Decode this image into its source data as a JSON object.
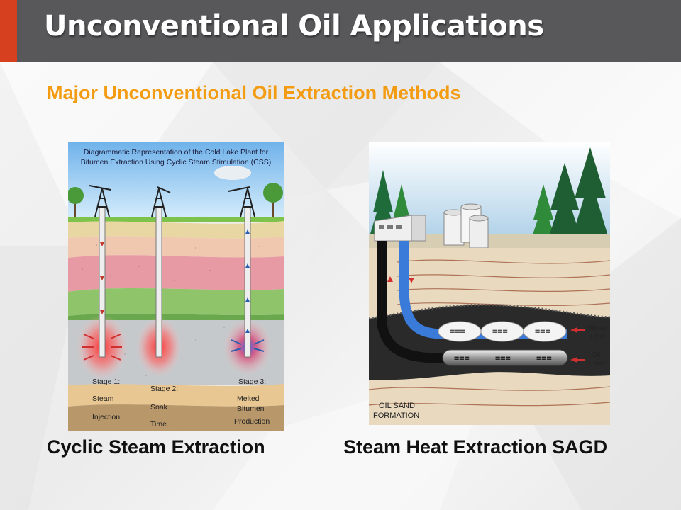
{
  "slide": {
    "title": "Unconventional Oil Applications",
    "subtitle": "Major Unconventional Oil Extraction Methods"
  },
  "figure_css": {
    "heading_line1": "Diagrammatic Representation of the Cold Lake Plant for",
    "heading_line2": "Bitumen Extraction Using Cyclic Steam Stimulation (CSS)",
    "stages": [
      {
        "line1": "Stage 1:",
        "line2": "Steam",
        "line3": "Injection"
      },
      {
        "line1": "Stage 2:",
        "line2": "Soak",
        "line3": "Time"
      },
      {
        "line1": "Stage 3:",
        "line2": "Melted",
        "line3": "Bitumen",
        "line4": "Production"
      }
    ],
    "caption": "Cyclic Steam Extraction"
  },
  "figure_sagd": {
    "pipe_marks": [
      "===",
      "===",
      "==="
    ],
    "steam_flow_line1": "Steam",
    "steam_flow_line2": "Flow",
    "oil_flow_line1": "Oil",
    "oil_flow_line2": "Flow",
    "formation_line1": "OIL SAND",
    "formation_line2": "FORMATION",
    "caption": "Steam Heat Extraction SAGD"
  }
}
